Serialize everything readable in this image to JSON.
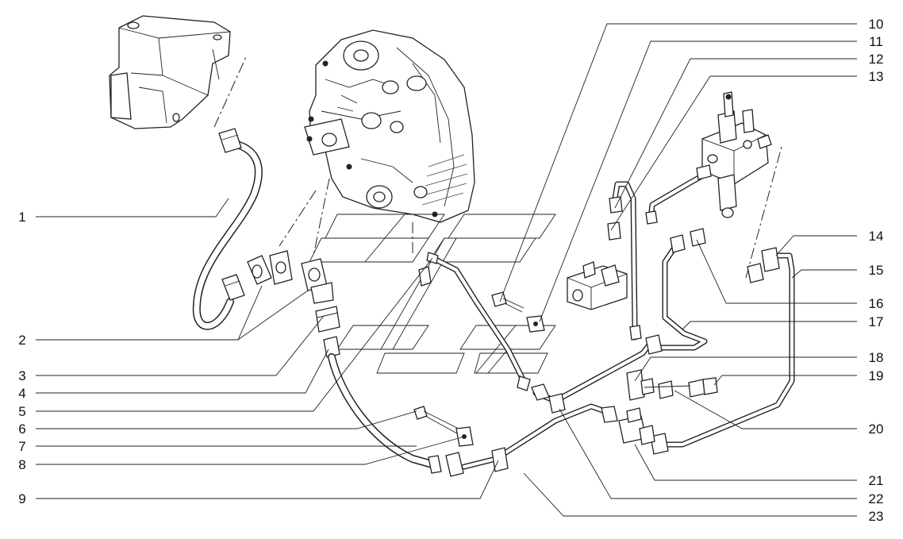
{
  "diagram": {
    "left_callouts": [
      "1",
      "2",
      "3",
      "4",
      "5",
      "6",
      "7",
      "8",
      "9"
    ],
    "right_callouts": [
      "10",
      "11",
      "12",
      "13",
      "14",
      "15",
      "16",
      "17",
      "18",
      "19",
      "20",
      "21",
      "22",
      "23"
    ]
  }
}
